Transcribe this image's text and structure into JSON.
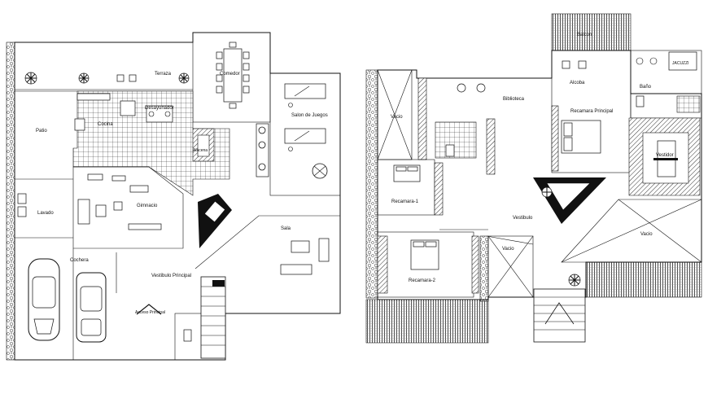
{
  "ground_floor": {
    "rooms": {
      "terraza": "Terraza",
      "comedor": "Comedor",
      "desayunador": "Desayunador",
      "cocina": "Cocina",
      "patio": "Patio",
      "alacena": "Alacena",
      "salon_juegos": "Salon de Juegos",
      "gimnacio": "Gimnacio",
      "lavado": "Lavado",
      "sala": "Sala",
      "cochera": "Cochera",
      "vestibulo_principal": "Vestibulo Principal",
      "acceso_principal": "Acceso Principal"
    }
  },
  "upper_floor": {
    "rooms": {
      "balcon": "Balcon",
      "alcoba": "Alcoba",
      "bano": "Baño",
      "jacuzzi": "JACUZZI",
      "biblioteca": "Biblioteca",
      "recamara_principal": "Recamara Principal",
      "vestidor": "Vestidor",
      "vacio_left": "Vacio",
      "recamara_1": "Recamara-1",
      "vestibulo": "Vestibulo",
      "vacio_center": "Vacio",
      "vacio_right": "Vacio",
      "recamara_2": "Recamara-2"
    }
  }
}
